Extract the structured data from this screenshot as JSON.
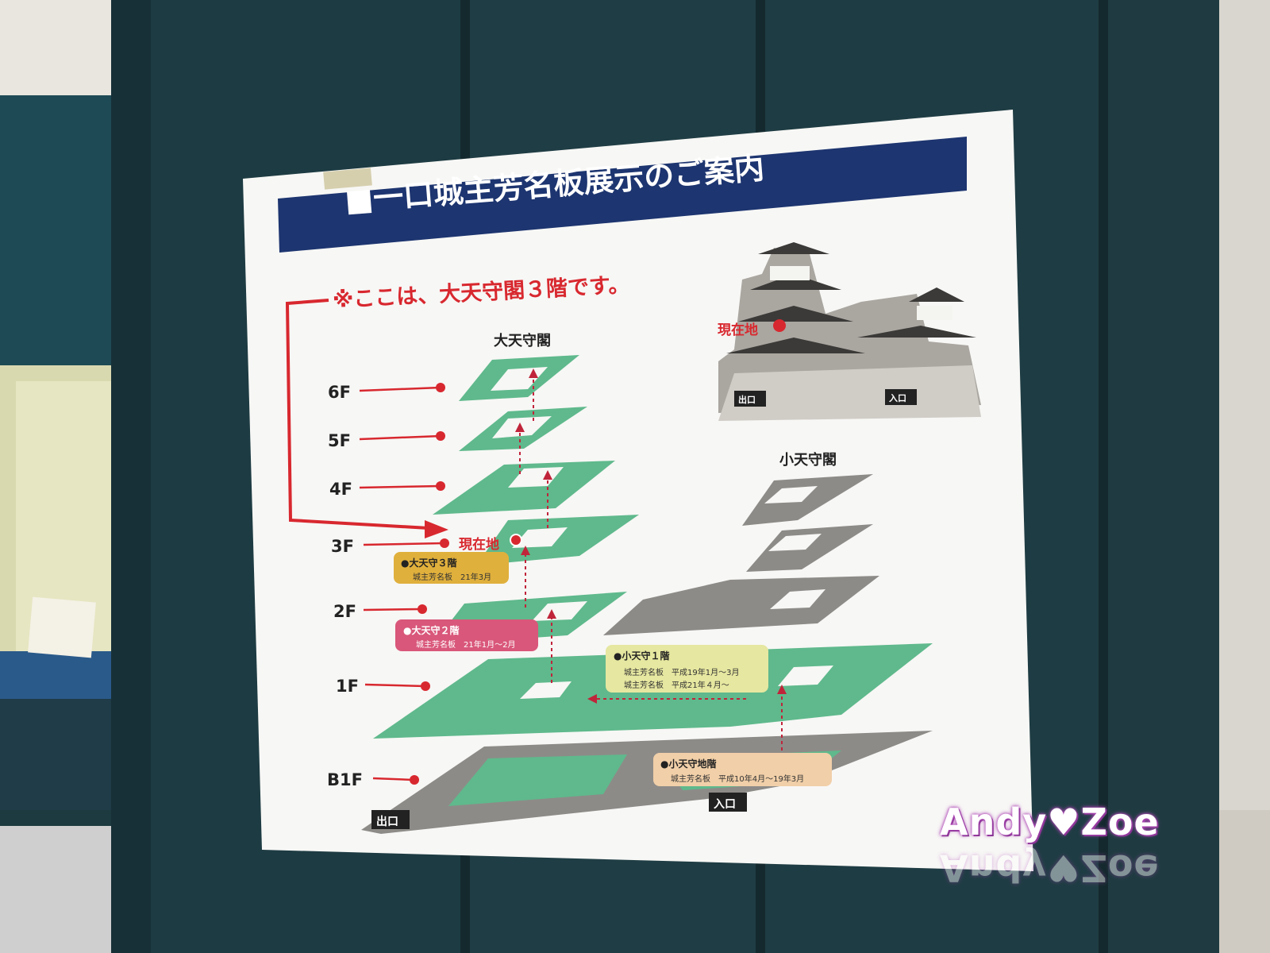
{
  "sign": {
    "title": "■一口城主芳名板展示のご案内",
    "notice": "※ここは、大天守閣３階です。",
    "main_keep": "大天守閣",
    "small_keep": "小天守閣",
    "current_location": "現在地",
    "exit": "出口",
    "entrance": "入口",
    "floors": [
      "6F",
      "5F",
      "4F",
      "3F",
      "2F",
      "1F",
      "B1F"
    ],
    "boxes": {
      "f3": {
        "title": "●大天守３階",
        "line1": "城主芳名板　21年3月"
      },
      "f2": {
        "title": "●大天守２階",
        "line1": "城主芳名板　21年1月～2月"
      },
      "s1": {
        "title": "●小天守１階",
        "line1": "城主芳名板　平成19年1月～3月",
        "line2": "城主芳名板　平成21年４月～"
      },
      "sb1": {
        "title": "●小天守地階",
        "line1": "城主芳名板　平成10年4月～19年3月"
      }
    }
  },
  "watermark": "Andy♥Zoe",
  "colors": {
    "wall": "#1c3a40",
    "navy_bar": "#1d3570",
    "green_floor": "#5fb98c",
    "gray_floor": "#8d8b88",
    "red_accent": "#d8282f",
    "yellow_box": "#e0b03c",
    "pink_box": "#d9577a",
    "lime_box": "#e6e7a0",
    "peach_box": "#f1cfa8"
  }
}
